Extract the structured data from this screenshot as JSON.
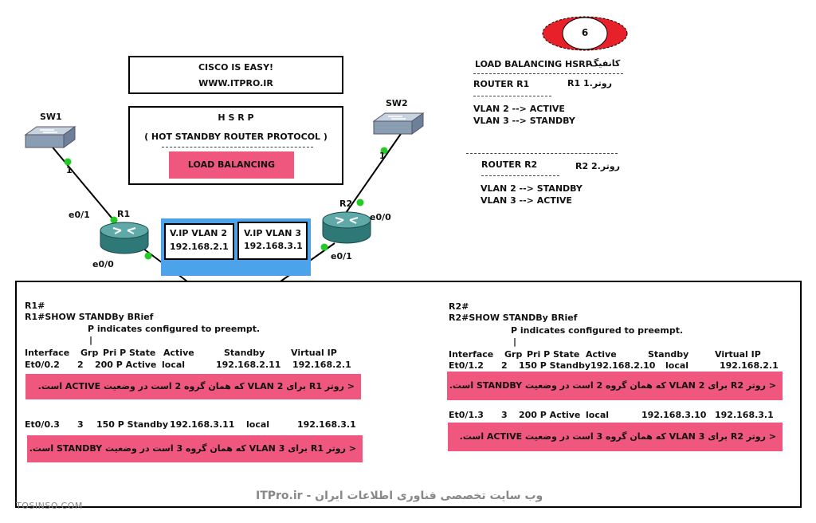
{
  "badge": {
    "number": "6"
  },
  "cisco_box": {
    "line1": "CISCO IS EASY!",
    "line2": "WWW.ITPRO.IR"
  },
  "hsrp_box": {
    "title": "H S R P",
    "subtitle": "( HOT   STANDBY   ROUTER   PROTOCOL )",
    "button": "LOAD BALANCING"
  },
  "devices": {
    "sw1": {
      "label": "SW1",
      "port": "1"
    },
    "sw2": {
      "label": "SW2",
      "port": "1"
    },
    "r1": {
      "label": "R1",
      "port_top": "e0/1",
      "port_bottom": "e0/0"
    },
    "r2": {
      "label": "R2",
      "port_top": "e0/0",
      "port_bottom": "e0/1"
    }
  },
  "vip": {
    "vlan2": {
      "title": "V.IP VLAN 2",
      "ip": "192.168.2.1"
    },
    "vlan3": {
      "title": "V.IP VLAN 3",
      "ip": "192.168.3.1"
    }
  },
  "config_notes": {
    "title_en": "LOAD BALANCING HSRP",
    "title_fa": "کانفیگ",
    "dashes_long": "------------------------------------------------",
    "dashes_short": "-------------------",
    "r1": {
      "name": "ROUTER R1",
      "fa": "R1 روتر.1",
      "vlan2": "VLAN 2 --> ACTIVE",
      "vlan3": "VLAN 3 --> STANDBY"
    },
    "r2": {
      "name": "ROUTER R2",
      "fa": "R2 روتر.2",
      "vlan2": "VLAN 2 --> STANDBY",
      "vlan3": "VLAN 3 --> ACTIVE"
    }
  },
  "cli_r1": {
    "prompt": "R1#",
    "command": "R1#SHOW STANDBy BRief",
    "preempt": "P indicates configured to preempt.",
    "bar": "|",
    "header": [
      "Interface",
      "Grp",
      "Pri P State",
      "Active",
      "Standby",
      "Virtual IP"
    ],
    "row1": [
      "Et0/0.2",
      "2",
      "200 P Active",
      "local",
      "192.168.2.11",
      "192.168.2.1"
    ],
    "note1": "< روتر R1 برای VLAN 2 که همان گروه 2 است در وضعیت ACTIVE است.",
    "row2": [
      "Et0/0.3",
      "3",
      "150 P Standby",
      "192.168.3.11",
      "local",
      "192.168.3.1"
    ],
    "note2": "< روتر R1 برای VLAN 3 که همان گروه 3 است در وضعیت STANDBY است."
  },
  "cli_r2": {
    "prompt": "R2#",
    "command": "R2#SHOW STANDBy BRief",
    "preempt": "P indicates configured to preempt.",
    "bar": "|",
    "header": [
      "Interface",
      "Grp",
      "Pri P State",
      "Active",
      "Standby",
      "Virtual IP"
    ],
    "row1": [
      "Et0/1.2",
      "2",
      "150 P Standby",
      "192.168.2.10",
      "local",
      "192.168.2.1"
    ],
    "note1": "< روتر R2 برای VLAN 2 که همان گروه 2 است در وضعیت STANDBY است.",
    "row2": [
      "Et0/1.3",
      "3",
      "200 P Active",
      "local",
      "192.168.3.10",
      "192.168.3.1"
    ],
    "note2": "< روتر R2 برای VLAN 3 که همان گروه 3 است در وضعیت ACTIVE است."
  },
  "watermark": {
    "center": "ITPro.ir - وب سایت تخصصی فناوری اطلاعات ایران",
    "left": "TOSINSO.COM"
  },
  "colors": {
    "pink": "#f0577e",
    "blue": "#4da3ea",
    "router": "#3d8c8c",
    "link_dot": "#22cc22",
    "badge": "#e8202a"
  }
}
